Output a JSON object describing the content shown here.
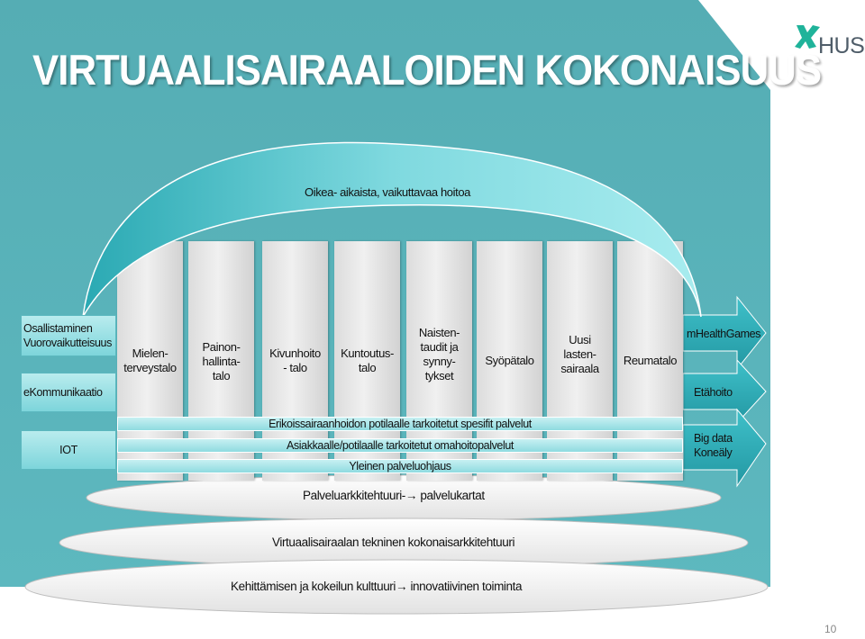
{
  "slide": {
    "title": "VIRTUAALISAIRAALOIDEN KOKONAISUUS",
    "logo_text": "HUS",
    "page_number": "10"
  },
  "arch": {
    "label": "Oikea- aikaista, vaikuttavaa  hoitoa"
  },
  "left_boxes": [
    "Osallistaminen\nVuorovaikutteisuus",
    "eKommunikaatio",
    "IOT"
  ],
  "pillars": [
    "Mielen-\nterveystalo",
    "Painon-\nhallinta-\ntalo",
    "Kivunhoito\n- talo",
    "Kuntoutus-\ntalo",
    "Naisten-\ntaudit ja\nsynny-\ntykset",
    "Syöpätalo",
    "Uusi\nlasten-\nsairaala",
    "Reumatalo"
  ],
  "bars": [
    "Erikoissairaanhoidon potilaalle tarkoitetut  spesifit palvelut",
    "Asiakkaalle/potilaalle tarkoitetut  omahoitopalvelut",
    "Yleinen palveluohjaus"
  ],
  "right_arrows": [
    "mHealthGames",
    "Etähoito",
    "Big data\nKoneäly"
  ],
  "ellipses": [
    "Palveluarkkitehtuuri-→  palvelukartat",
    "Virtuaalisairaalan  tekninen kokonaisarkkitehtuuri",
    "Kehittämisen ja kokeilun kulttuuri→  innovatiivinen toiminta"
  ],
  "colors": {
    "background_teal": "#5cb1b8",
    "light_cyan": "#b9ecee",
    "title_text": "#ffffff",
    "logo_green": "#1fb39a",
    "logo_text": "#4f5d69"
  }
}
